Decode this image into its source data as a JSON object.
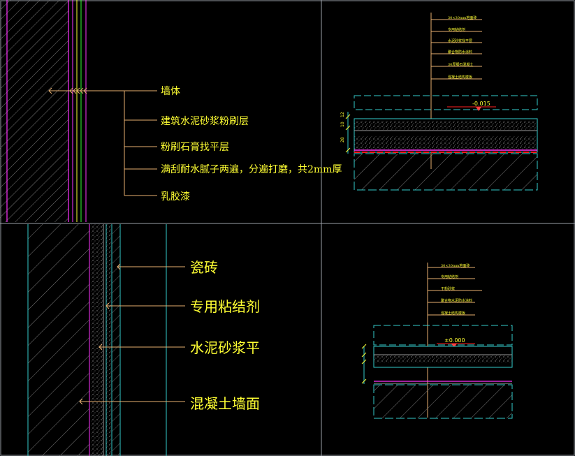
{
  "panel_top_left": {
    "labels": [
      "墙体",
      "建筑水泥砂浆粉刷层",
      "粉刷石膏找平层",
      "满刮耐水腻子两遍，分遍打磨，共2mm厚",
      "乳胶漆"
    ]
  },
  "panel_top_right": {
    "callouts": [
      "30×30mm地面砖",
      "专用粘结剂",
      "水泥砂浆找平层",
      "聚合物防水涂料",
      "30厚细石混凝土",
      "混凝土结构楼板"
    ],
    "elevation": "-0.015",
    "dims": [
      "12",
      "10",
      "28"
    ]
  },
  "panel_bottom_left": {
    "labels": [
      "瓷砖",
      "专用粘结剂",
      "水泥砂浆平",
      "混凝土墙面"
    ]
  },
  "panel_bottom_right": {
    "callouts": [
      "30×30mm地面砖",
      "专用粘结剂",
      "干粉砂浆",
      "聚合物水泥防水涂料",
      "混凝土结构楼板"
    ],
    "elevation": "±0.000"
  },
  "colors": {
    "background": "#000000",
    "frame": "#9aa0a8",
    "text": "#ffff33",
    "leader": "#e8b070",
    "hatch": "#7a7a7a",
    "magenta": "#ff33ff",
    "cyan": "#33cccc",
    "red": "#ff2020"
  }
}
